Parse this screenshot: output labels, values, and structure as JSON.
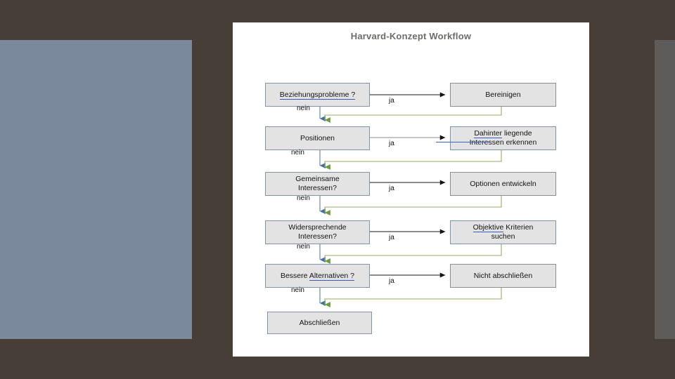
{
  "canvas": {
    "background_color": "#473e38",
    "left_panel_color": "#7b899c",
    "right_strip_color": "#5e5c5b",
    "slide_color": "#ffffff"
  },
  "slide": {
    "title": "Harvard-Konzept Workflow",
    "title_color": "#6d6c6a"
  },
  "chart_data": {
    "type": "diagram",
    "title": "Harvard-Konzept Workflow",
    "yes_label": "ja",
    "no_label": "nein",
    "colors": {
      "node_fill": "#e3e3e3",
      "node_border": "#7d93ae",
      "yes_arrow": "#1a1a1a",
      "no_arrow": "#3f6fa8",
      "return_arrow": "#8faa5a",
      "underline": "#3b57c4"
    },
    "rows": [
      {
        "decision": "Beziehungsprobleme ?",
        "decision_underlined": "Beziehungsprobleme ?",
        "yes": "ja",
        "action": "Bereinigen",
        "no": "nein"
      },
      {
        "decision": "Positionen",
        "yes": "ja",
        "action": "Dahinter liegende Interessen erkennen",
        "action_line1_underlined": "Dahinter",
        "action_line1_rest": " liegende",
        "action_line2": "Interessen erkennen",
        "no": "nein"
      },
      {
        "decision_line1": "Gemeinsame",
        "decision_line2": "Interessen?",
        "decision": "Gemeinsame Interessen?",
        "yes": "ja",
        "action": "Optionen entwickeln",
        "no": "nein"
      },
      {
        "decision_line1": "Widersprechende",
        "decision_line2": "Interessen?",
        "decision": "Widersprechende Interessen?",
        "yes": "ja",
        "action_line1_underlined": "Objektive",
        "action_line1_rest": " Kriterien",
        "action_line2": "suchen",
        "action": "Objektive Kriterien suchen",
        "no": "nein"
      },
      {
        "decision_prefix": "Bessere ",
        "decision_underlined": "Alternativen ?",
        "decision": "Bessere Alternativen ?",
        "yes": "ja",
        "action": "Nicht abschließen",
        "no": "nein"
      }
    ],
    "terminal": "Abschließen"
  }
}
